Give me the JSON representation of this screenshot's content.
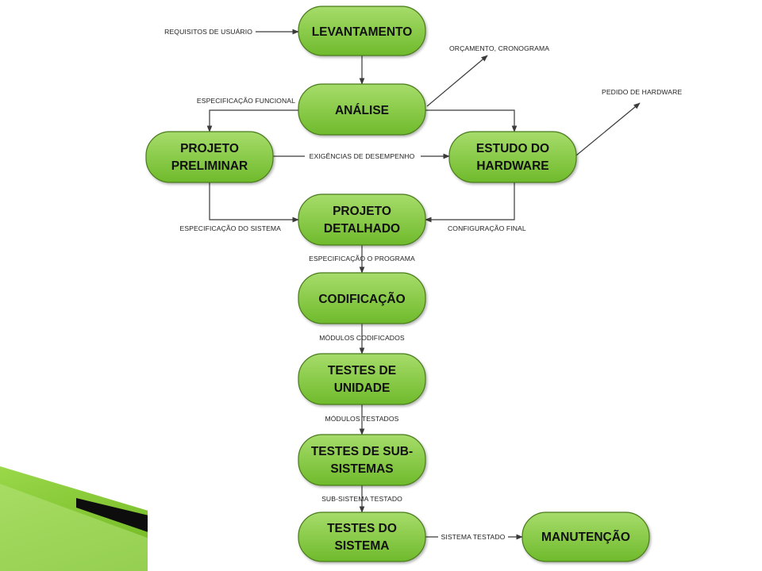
{
  "diagram": {
    "nodes": {
      "levantamento": [
        "LEVANTAMENTO"
      ],
      "analise": [
        "ANÁLISE"
      ],
      "projeto_preliminar": [
        "PROJETO",
        "PRELIMINAR"
      ],
      "estudo_hardware": [
        "ESTUDO DO",
        "HARDWARE"
      ],
      "projeto_detalhado": [
        "PROJETO",
        "DETALHADO"
      ],
      "codificacao": [
        "CODIFICAÇÃO"
      ],
      "testes_unidade": [
        "TESTES DE",
        "UNIDADE"
      ],
      "testes_subsistemas": [
        "TESTES DE SUB-",
        "SISTEMAS"
      ],
      "testes_sistema": [
        "TESTES DO",
        "SISTEMA"
      ],
      "manutencao": [
        "MANUTENÇÃO"
      ]
    },
    "edge_labels": {
      "requisitos": "REQUISITOS DE USUÁRIO",
      "orcamento": "ORÇAMENTO, CRONOGRAMA",
      "espec_funcional": "ESPECIFICAÇÃO FUNCIONAL",
      "pedido_hardware": "PEDIDO DE HARDWARE",
      "exigencias": "EXIGÊNCIAS DE DESEMPENHO",
      "espec_sistema": "ESPECIFICAÇÃO DO SISTEMA",
      "config_final": "CONFIGURAÇÃO FINAL",
      "espec_programa": "ESPECIFICAÇÃO O PROGRAMA",
      "modulos_codificados": "MÓDULOS CODIFICADOS",
      "modulos_testados": "MÓDULOS TESTADOS",
      "subsistema_testado": "SUB-SISTEMA TESTADO",
      "sistema_testado": "SISTEMA TESTADO"
    },
    "colors": {
      "node_fill_top": "#a6dc6a",
      "node_fill_bottom": "#6fba2c",
      "decor_green": "#7cc61f",
      "decor_dark": "#0d0d0d"
    }
  }
}
